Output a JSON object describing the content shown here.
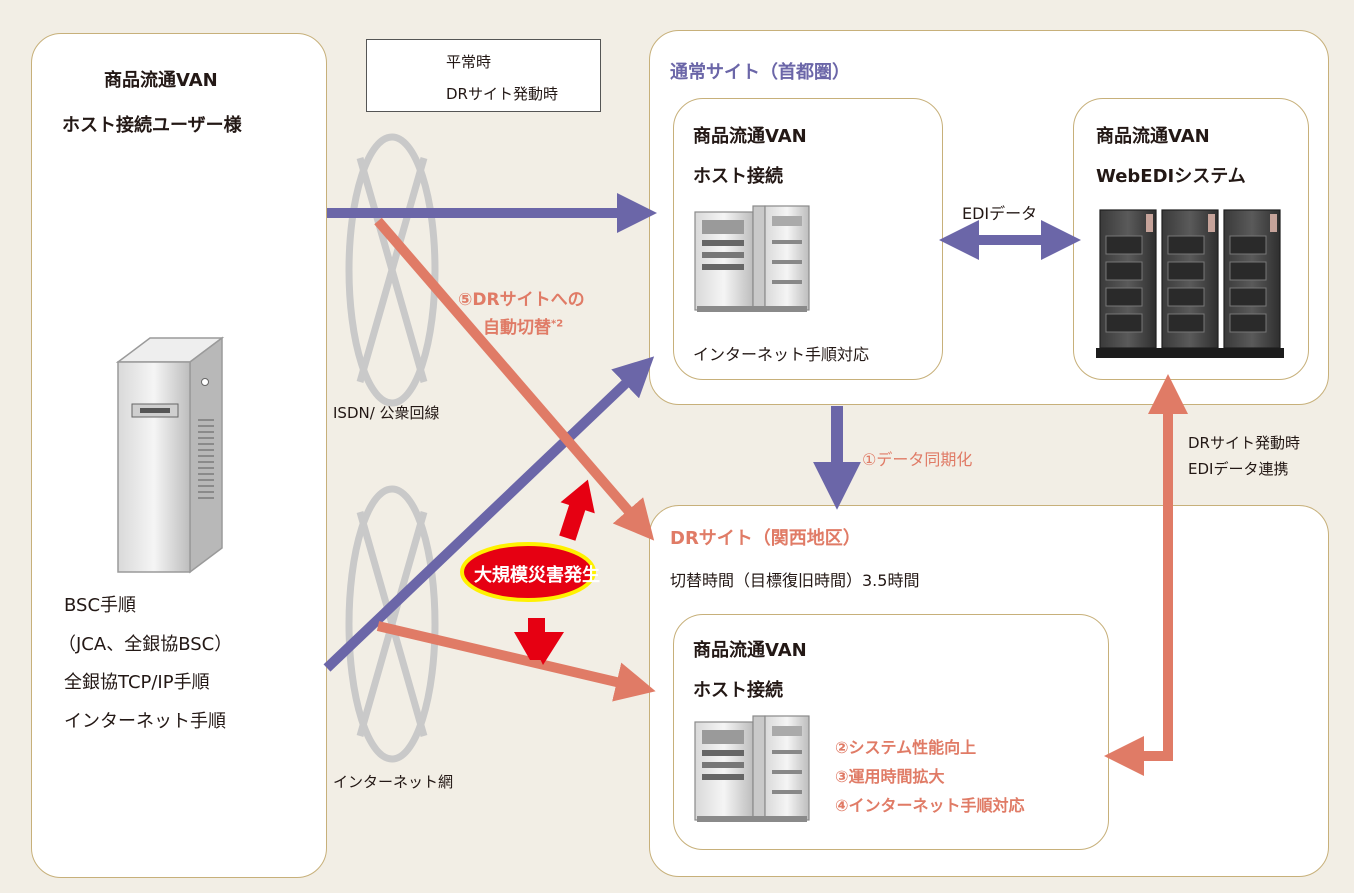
{
  "user_box": {
    "title_line1": "商品流通VAN",
    "title_line2": "ホスト接続ユーザー様",
    "protocols": [
      "BSC手順",
      "（JCA、全銀協BSC）",
      "全銀協TCP/IP手順",
      "インターネット手順"
    ]
  },
  "legend": {
    "normal": "平常時",
    "dr": "DRサイト発動時"
  },
  "networks": {
    "isdn": "ISDN/ 公衆回線",
    "internet": "インターネット網"
  },
  "main_site": {
    "title": "通常サイト（首都圏）",
    "host_box": {
      "line1": "商品流通VAN",
      "line2": "ホスト接続",
      "caption": "インターネット手順対応"
    },
    "webedi_box": {
      "line1": "商品流通VAN",
      "line2": "WebEDIシステム"
    },
    "edi_data_label": "EDIデータ"
  },
  "dr_site": {
    "title": "DRサイト（関西地区）",
    "switch_time": "切替時間（目標復旧時間）3.5時間",
    "host_box": {
      "line1": "商品流通VAN",
      "line2": "ホスト接続",
      "features": [
        "②システム性能向上",
        "③運用時間拡大",
        "④インターネット手順対応"
      ]
    }
  },
  "annotations": {
    "auto_switch_line1": "⑤DRサイトへの",
    "auto_switch_line2": "自動切替",
    "auto_switch_note": "*2",
    "data_sync": "①データ同期化",
    "dr_edi_line1": "DRサイト発動時",
    "dr_edi_line2": "EDIデータ連携",
    "disaster": "大規模災害発生"
  },
  "colors": {
    "normal_arrow": "#6b66a8",
    "dr_arrow": "#e07b66",
    "box_border": "#c7b07a",
    "disaster_fill": "#e60012",
    "disaster_ring": "#fff100"
  }
}
